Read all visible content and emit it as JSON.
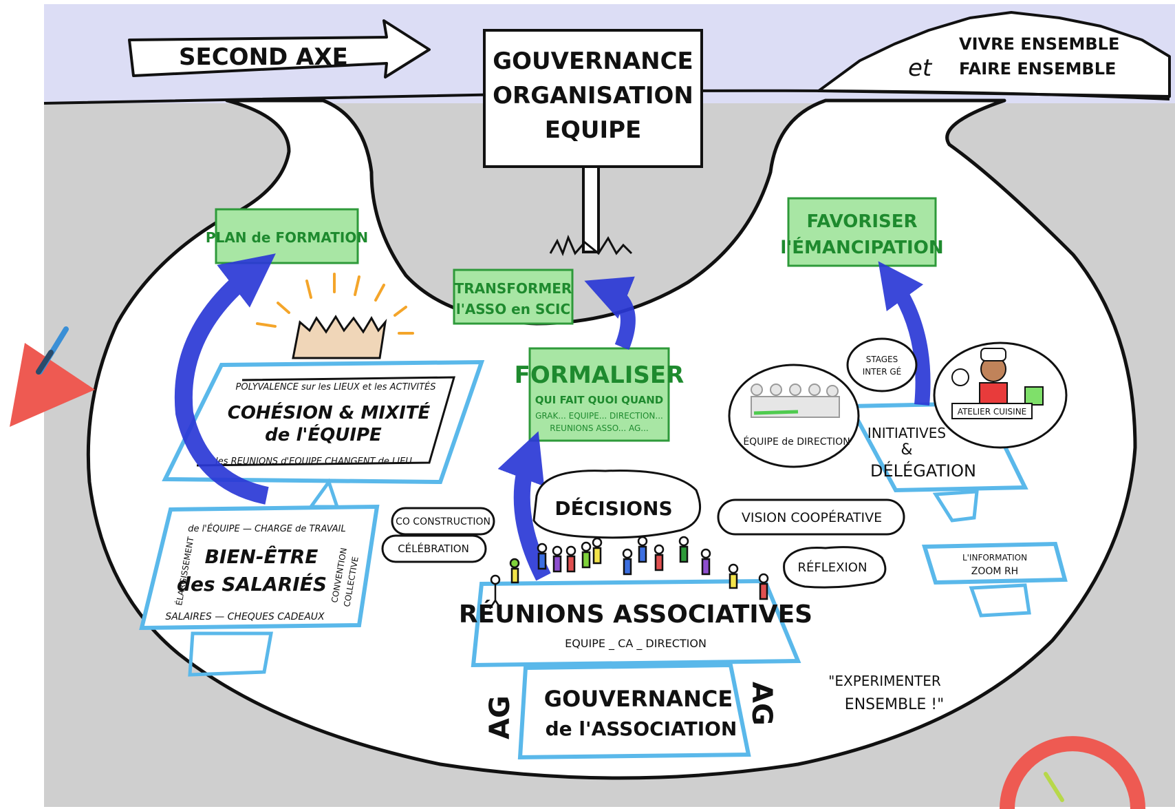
{
  "colors": {
    "sky": "#dcddf5",
    "ground": "#cfcfcf",
    "road": "#ffffff",
    "platform": "#5ab8ea",
    "green_box_fill": "#a8e6a4",
    "green_box_stroke": "#2e9a3a",
    "green_text": "#1e8a2e",
    "arrow_blue": "#2b39d6",
    "accent_red": "#ee5a52",
    "accent_blue": "#3a8fd6"
  },
  "header": {
    "axis_label": "SECOND AXE",
    "signpost": [
      "GOUVERNANCE",
      "ORGANISATION",
      "EQUIPE"
    ],
    "mountain_line1": "VIVRE ENSEMBLE",
    "mountain_et": "et",
    "mountain_line2": "FAIRE ENSEMBLE"
  },
  "goals": {
    "plan_formation": "PLAN de FORMATION",
    "transformer_1": "TRANSFORMER",
    "transformer_2": "l'ASSO en SCIC",
    "favoriser_1": "FAVORISER",
    "favoriser_2": "l'ÉMANCIPATION"
  },
  "formaliser": {
    "title": "FORMALISER",
    "line1": "QUI FAIT QUOI QUAND",
    "line2": "GRAK... EQUIPE... DIRECTION...",
    "line3": "REUNIONS ASSO... AG..."
  },
  "cohesion": {
    "top": "POLYVALENCE sur les LIEUX et les ACTIVITÉS",
    "title1": "COHÉSION & MIXITÉ",
    "title2": "de l'ÉQUIPE",
    "bottom": "les REUNIONS d'EQUIPE CHANGENT de LIEU"
  },
  "bien_etre": {
    "top": "de l'ÉQUIPE — CHARGE de TRAVAIL",
    "left": "ÉLARGISSEMENT",
    "title1": "BIEN-ÊTRE",
    "title2": "des SALARIÉS",
    "right1": "CONVENTION",
    "right2": "COLLECTIVE",
    "bottom": "SALAIRES — CHEQUES CADEAUX"
  },
  "reunions": {
    "title": "RÉUNIONS ASSOCIATIVES",
    "subtitle": "EQUIPE _ CA _ DIRECTION"
  },
  "gouvernance": {
    "line1": "GOUVERNANCE",
    "line2": "de l'ASSOCIATION",
    "ag_left": "AG",
    "ag_right": "AG"
  },
  "bubbles": {
    "decisions": "DÉCISIONS",
    "co_construction": "CO CONSTRUCTION",
    "celebration": "CÉLÉBRATION",
    "vision": "VISION COOPÉRATIVE",
    "reflexion": "RÉFLEXION",
    "stages_1": "STAGES",
    "stages_2": "INTER GÉ",
    "equipe_direction": "ÉQUIPE de DIRECTION",
    "atelier": "ATELIER CUISINE"
  },
  "initiatives": {
    "line1": "INITIATIVES",
    "amp": "&",
    "line2": "DÉLÉGATION"
  },
  "information": {
    "line1": "L'INFORMATION",
    "line2": "ZOOM RH"
  },
  "experimenter": {
    "line1": "\"EXPERIMENTER",
    "line2": "ENSEMBLE !\""
  }
}
